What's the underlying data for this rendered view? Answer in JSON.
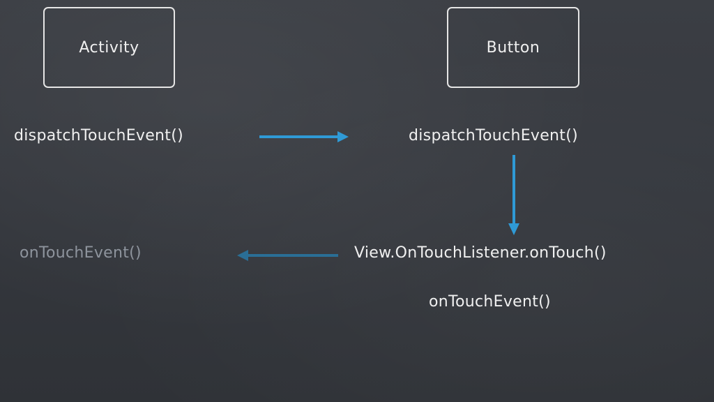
{
  "nodes": {
    "activity": "Activity",
    "button": "Button"
  },
  "labels": {
    "activity_dispatch": "dispatchTouchEvent()",
    "button_dispatch": "dispatchTouchEvent()",
    "activity_on_touch_event": "onTouchEvent()",
    "on_touch_listener": "View.OnTouchListener.onTouch()",
    "button_on_touch_event": "onTouchEvent()"
  },
  "colors": {
    "arrow_active": "#2f9ad6",
    "arrow_faded": "#2a6e96",
    "text_faded": "#8e949d"
  }
}
